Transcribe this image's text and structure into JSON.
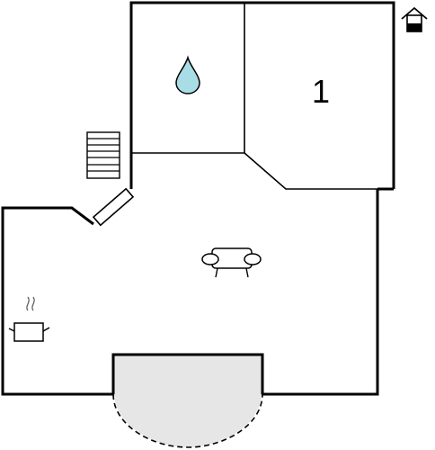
{
  "floorplan": {
    "rooms": [
      {
        "id": "bathroom",
        "icon": "water-drop-icon"
      },
      {
        "id": "bedroom",
        "label": "1"
      },
      {
        "id": "living-room",
        "icon": "sofa-icon"
      },
      {
        "id": "kitchen",
        "icon": "cooking-pot-icon"
      },
      {
        "id": "bay-window",
        "icon": "none"
      }
    ],
    "icons": {
      "house": "house-icon",
      "stairs": "stairs-icon",
      "door": "door-icon"
    },
    "colors": {
      "walls": "#000000",
      "water_drop": "#a8dde6",
      "bay_window_fill": "#e6e6e6",
      "background": "#ffffff"
    }
  }
}
